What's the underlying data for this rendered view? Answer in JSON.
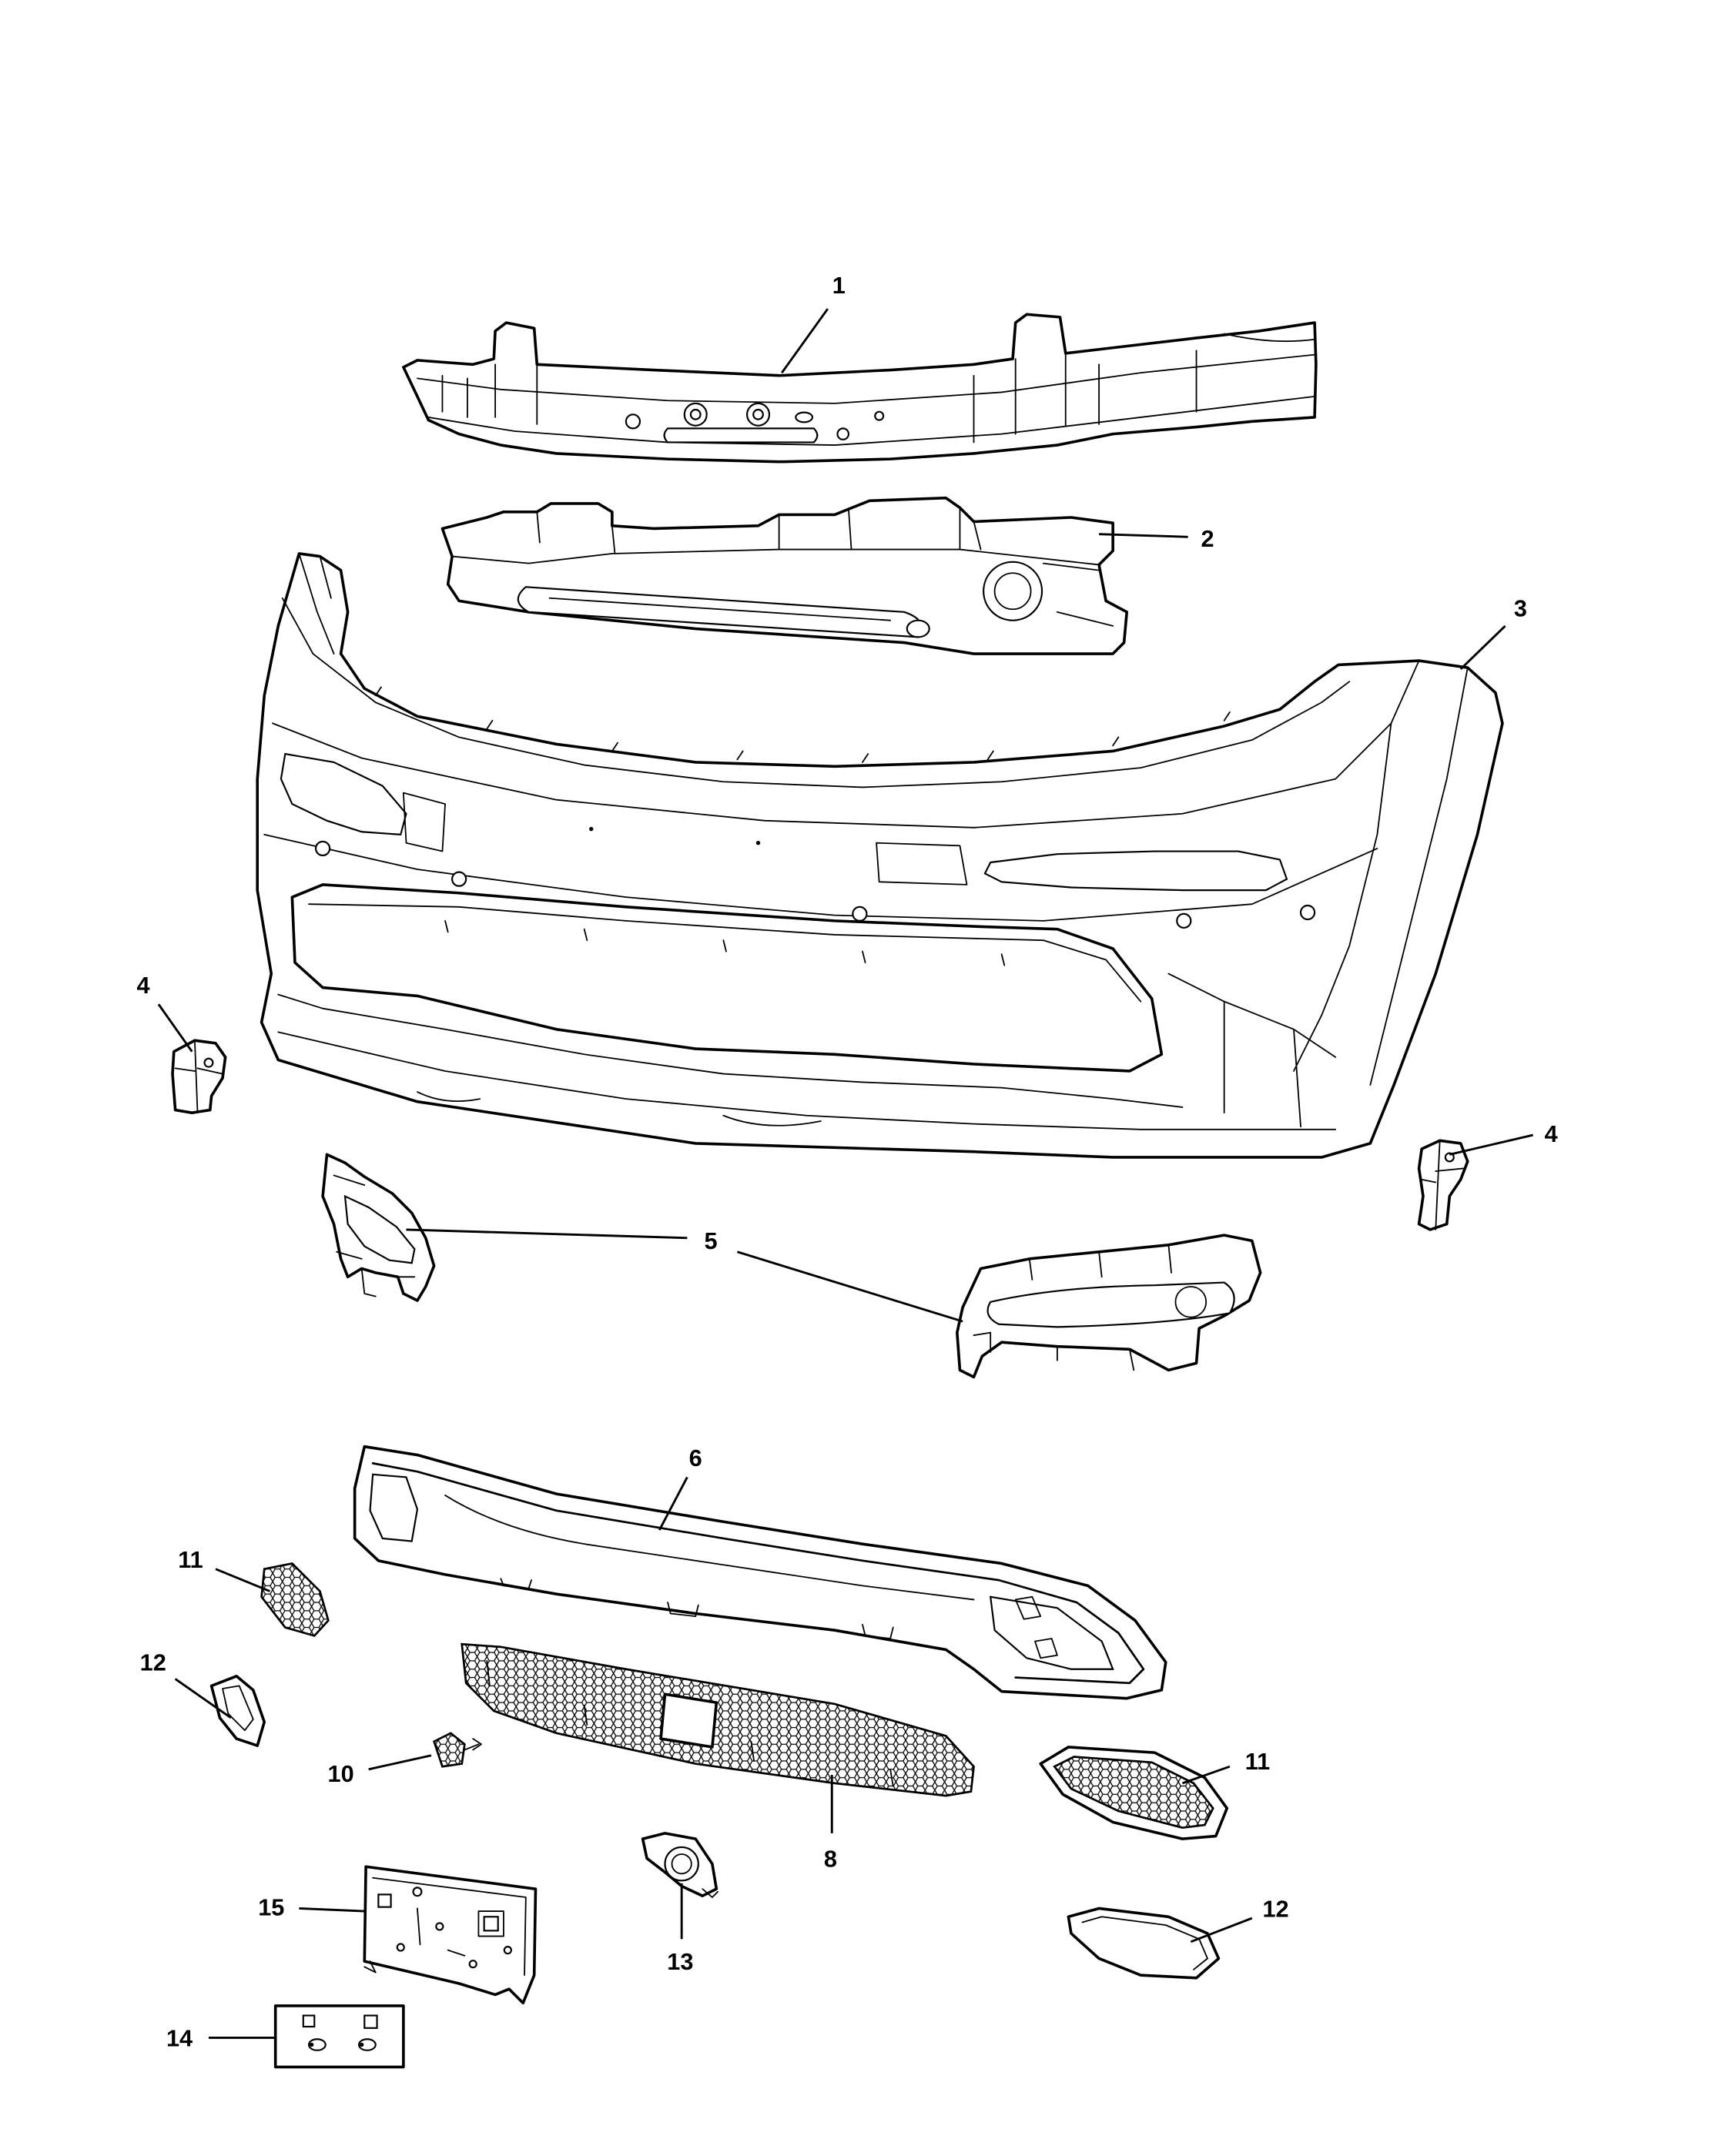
{
  "callouts": [
    {
      "label": "1"
    },
    {
      "label": "2"
    },
    {
      "label": "3"
    },
    {
      "label": "4"
    },
    {
      "label": "4"
    },
    {
      "label": "5"
    },
    {
      "label": "6"
    },
    {
      "label": "11"
    },
    {
      "label": "12"
    },
    {
      "label": "10"
    },
    {
      "label": "8"
    },
    {
      "label": "11"
    },
    {
      "label": "15"
    },
    {
      "label": "13"
    },
    {
      "label": "12"
    },
    {
      "label": "14"
    }
  ],
  "colors": {
    "line": "#000000",
    "background": "#ffffff"
  }
}
